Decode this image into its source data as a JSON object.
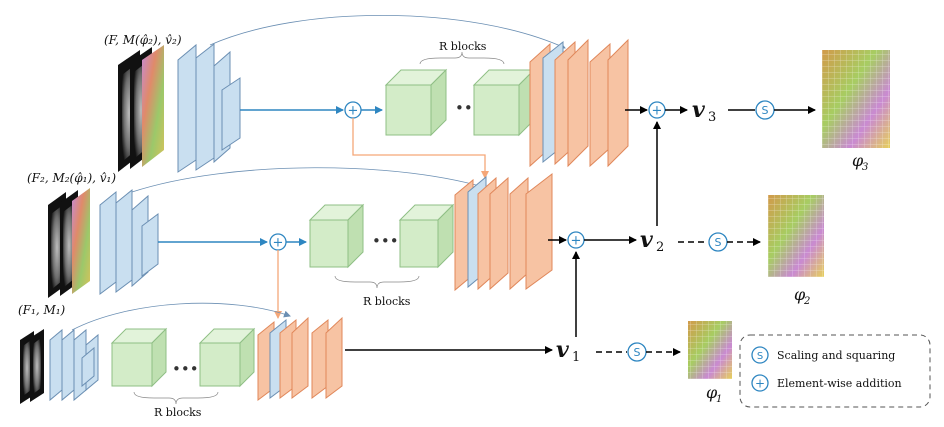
{
  "colors": {
    "encoder_fill": "#c9dff0",
    "encoder_stroke": "#6b8fb3",
    "rblock_fill": "#d3ecc8",
    "rblock_stroke": "#8fbf85",
    "decoder_fill": "#f7c3a3",
    "decoder_stroke": "#e0875a",
    "skip_arrow": "#2e86c1",
    "cross_arrow": "#f5a778",
    "op_circle": "#2e86c1"
  },
  "levels": [
    {
      "input_label": "(F, M(φ̂₂), v̂₂)",
      "rblocks_label": "R blocks",
      "velocity_label": "v",
      "velocity_sub": "3",
      "field_label": "φ",
      "field_sub": "3"
    },
    {
      "input_label": "(F₂, M₂(φ̂₁), v̂₁)",
      "rblocks_label": "R blocks",
      "velocity_label": "v",
      "velocity_sub": "2",
      "field_label": "φ",
      "field_sub": "2"
    },
    {
      "input_label": "(F₁, M₁)",
      "rblocks_label": "R blocks",
      "velocity_label": "v",
      "velocity_sub": "1",
      "field_label": "φ",
      "field_sub": "1"
    }
  ],
  "ops": {
    "scaling_symbol": "S",
    "addition_symbol": "+"
  },
  "legend": {
    "scaling_text": "Scaling and squaring",
    "addition_text": "Element-wise addition"
  },
  "ellipsis": "•••"
}
